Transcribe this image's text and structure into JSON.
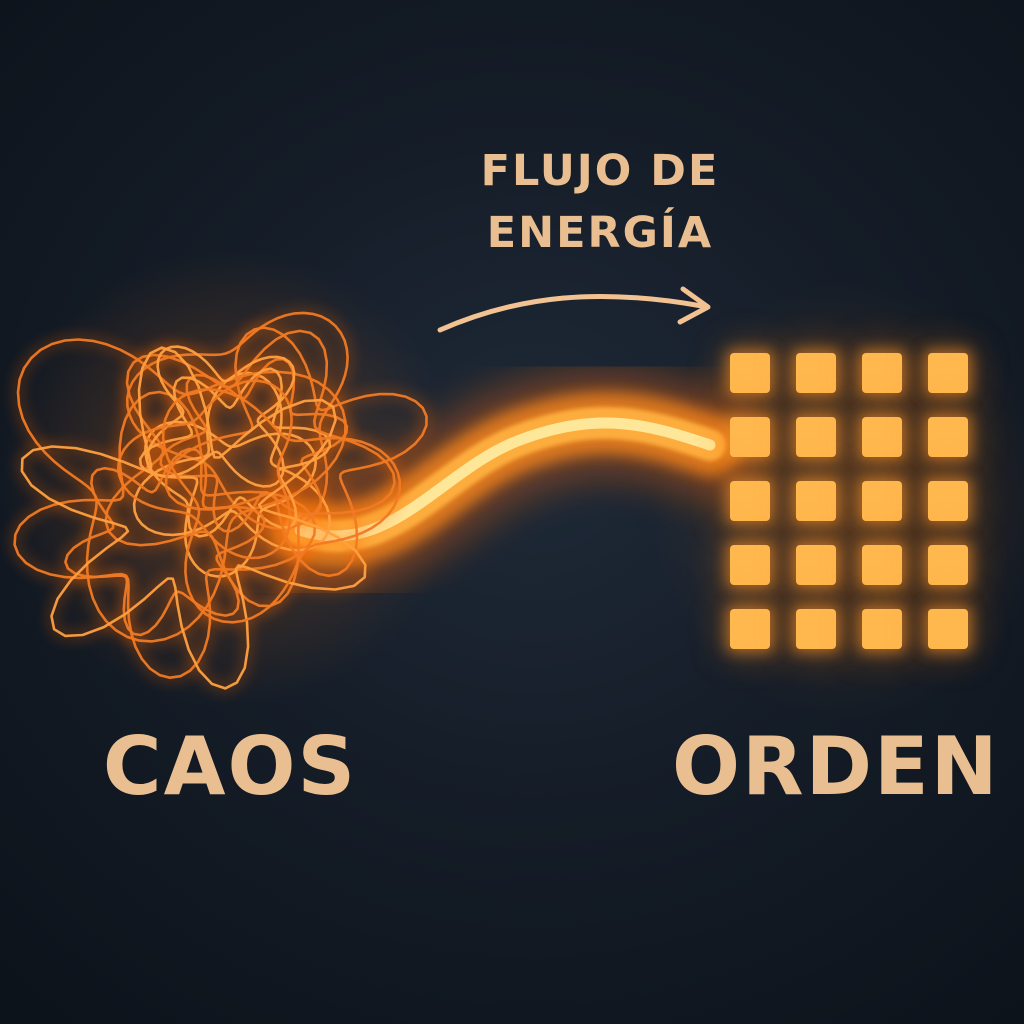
{
  "labels": {
    "flow_line1": "FLUJO DE",
    "flow_line2": "ENERGÍA",
    "chaos": "CAOS",
    "order": "ORDEN"
  },
  "grid": {
    "rows": 5,
    "columns": 4
  },
  "colors": {
    "text": "#e9be90",
    "accent": "#ff9a2e",
    "square": "#ffb84e"
  },
  "icons": {
    "arrow": "curved-arrow-icon",
    "tangle": "tangled-loops-icon",
    "stream": "energy-stream-icon"
  }
}
